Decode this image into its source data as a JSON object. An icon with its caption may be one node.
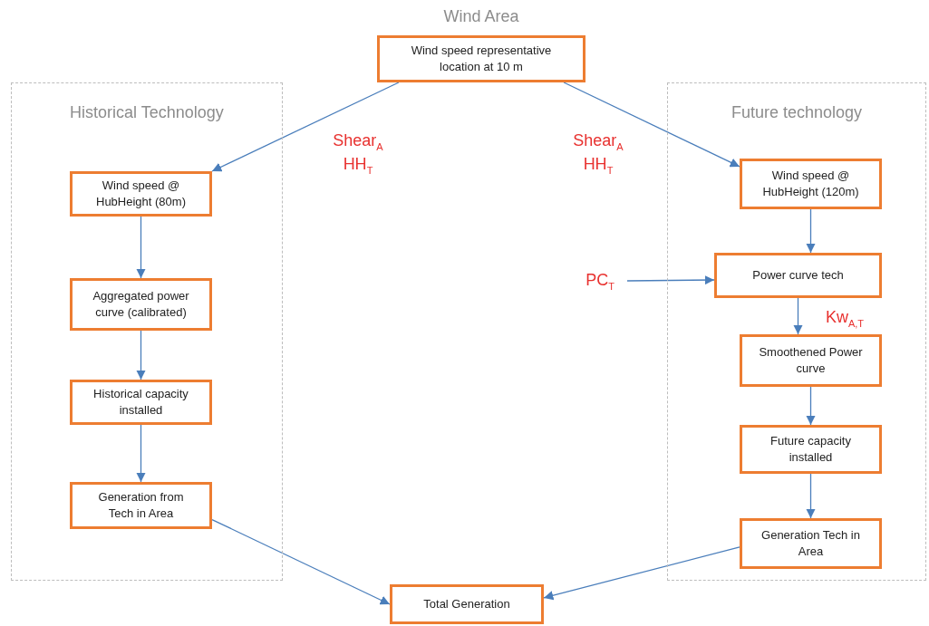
{
  "diagram": {
    "title": "Wind Area",
    "nodes": [
      {
        "text": [
          "Wind speed representative location at 10 m"
        ]
      },
      {
        "text": [
          "Historical Technology"
        ]
      },
      {
        "text": [
          "Wind speed @ HubHeight (80m)"
        ],
        "in": 1
      },
      {
        "text": [
          "Aggregated power curve (calibrated)"
        ],
        "in": 1
      },
      {
        "text": [
          "Historical capacity installed"
        ],
        "in": 1
      },
      {
        "text": [
          "Generation from Tech in Area"
        ],
        "in": 1
      },
      {
        "text": [
          "Future technology"
        ]
      },
      {
        "text": [
          "Wind speed @ HubHeight (120m)"
        ],
        "in": 6
      },
      {
        "text": [
          "Power curve tech"
        ],
        "in": 6
      },
      {
        "text": [
          "Smoothened Power curve"
        ],
        "in": 6
      },
      {
        "text": [
          "Future capacity installed"
        ],
        "in": 6
      },
      {
        "text": [
          "Generation Tech in Area"
        ],
        "in": 6
      },
      {
        "text": [
          "PC$_{T}$"
        ]
      },
      {
        "text": [
          "Total Generation"
        ]
      }
    ],
    "edges": [
      {
        "from": 0,
        "to": 2,
        "arrow": "to",
        "label": "Shear$_{A}$ HH$_{T}$"
      },
      {
        "from": 0,
        "to": 7,
        "arrow": "to",
        "label": "Shear$_{A}$ HH$_{T}$"
      },
      {
        "from": 2,
        "to": 3,
        "arrow": "to"
      },
      {
        "from": 3,
        "to": 4,
        "arrow": "to"
      },
      {
        "from": 4,
        "to": 5,
        "arrow": "to"
      },
      {
        "from": 7,
        "to": 8,
        "arrow": "to"
      },
      {
        "from": 12,
        "to": 8,
        "arrow": "to"
      },
      {
        "from": 8,
        "to": 9,
        "arrow": "to",
        "label": "Kw$_{A,T}$"
      },
      {
        "from": 9,
        "to": 10,
        "arrow": "to"
      },
      {
        "from": 10,
        "to": 11,
        "arrow": "to"
      },
      {
        "from": 5,
        "to": 13,
        "arrow": "to"
      },
      {
        "from": 11,
        "to": 13,
        "arrow": "to"
      }
    ]
  }
}
